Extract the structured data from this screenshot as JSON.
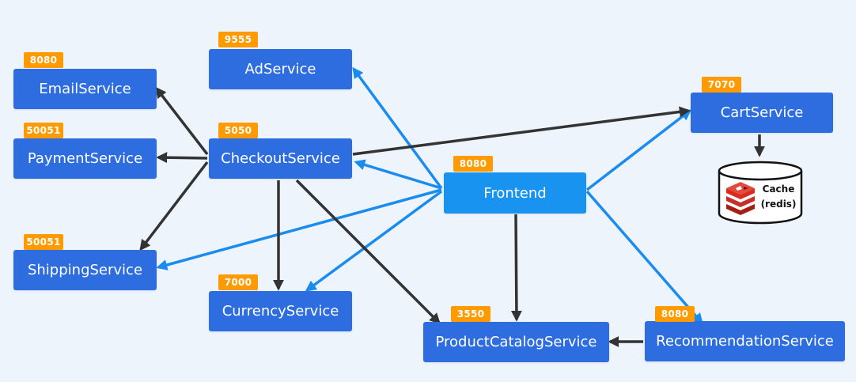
{
  "services": {
    "ad": {
      "name": "AdService",
      "port": "9555"
    },
    "email": {
      "name": "EmailService",
      "port": "8080"
    },
    "payment": {
      "name": "PaymentService",
      "port": "50051"
    },
    "checkout": {
      "name": "CheckoutService",
      "port": "5050"
    },
    "shipping": {
      "name": "ShippingService",
      "port": "50051"
    },
    "currency": {
      "name": "CurrencyService",
      "port": "7000"
    },
    "frontend": {
      "name": "Frontend",
      "port": "8080"
    },
    "cart": {
      "name": "CartService",
      "port": "7070"
    },
    "catalog": {
      "name": "ProductCatalogService",
      "port": "3550"
    },
    "recommend": {
      "name": "RecommendationService",
      "port": "8080"
    }
  },
  "cache": {
    "line1": "Cache",
    "line2": "(redis)",
    "icon": "redis-icon"
  },
  "colors": {
    "service": "#2e6de0",
    "frontend": "#1894f0",
    "port": "#ff9b00",
    "frontend_edge": "#1a8cf0",
    "internal_edge": "#333333",
    "background": "#eef4fc"
  },
  "edges": [
    {
      "from": "frontend",
      "to": "ad",
      "kind": "frontend"
    },
    {
      "from": "frontend",
      "to": "checkout",
      "kind": "frontend"
    },
    {
      "from": "frontend",
      "to": "shipping",
      "kind": "frontend"
    },
    {
      "from": "frontend",
      "to": "currency",
      "kind": "frontend"
    },
    {
      "from": "frontend",
      "to": "cart",
      "kind": "frontend"
    },
    {
      "from": "frontend",
      "to": "recommend",
      "kind": "frontend"
    },
    {
      "from": "frontend",
      "to": "catalog",
      "kind": "internal"
    },
    {
      "from": "checkout",
      "to": "email",
      "kind": "internal"
    },
    {
      "from": "checkout",
      "to": "payment",
      "kind": "internal"
    },
    {
      "from": "checkout",
      "to": "shipping",
      "kind": "internal"
    },
    {
      "from": "checkout",
      "to": "currency",
      "kind": "internal"
    },
    {
      "from": "checkout",
      "to": "catalog",
      "kind": "internal"
    },
    {
      "from": "checkout",
      "to": "cart",
      "kind": "internal"
    },
    {
      "from": "recommend",
      "to": "catalog",
      "kind": "internal"
    },
    {
      "from": "cart",
      "to": "cache",
      "kind": "internal"
    }
  ]
}
